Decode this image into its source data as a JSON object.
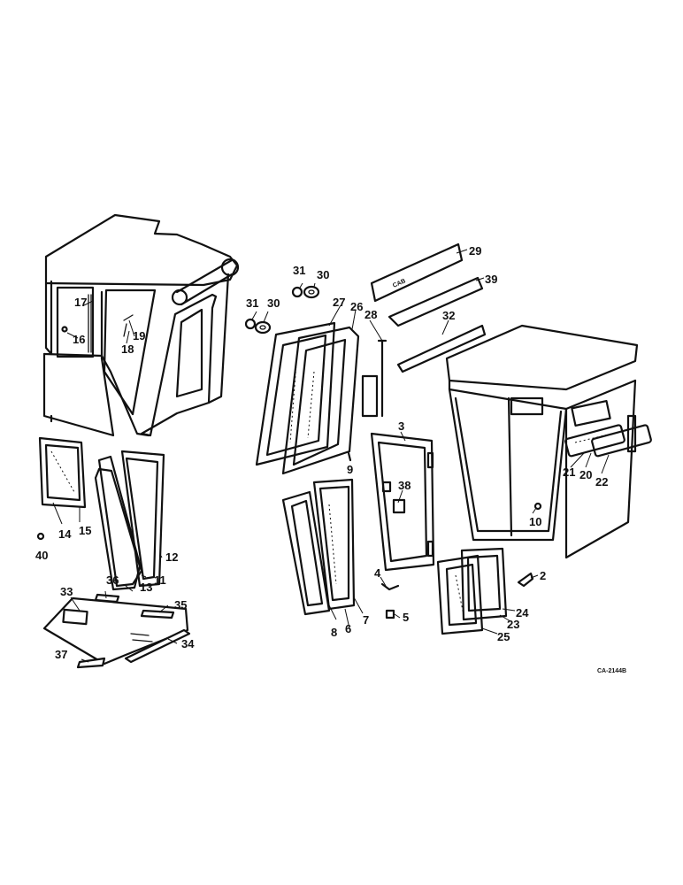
{
  "callouts": [
    "2",
    "3",
    "4",
    "5",
    "6",
    "7",
    "8",
    "9",
    "10",
    "11",
    "12",
    "13",
    "14",
    "15",
    "16",
    "17",
    "18",
    "19",
    "20",
    "21",
    "22",
    "23",
    "24",
    "25",
    "26",
    "27",
    "28",
    "29",
    "30",
    "31",
    "32",
    "33",
    "34",
    "35",
    "36",
    "37",
    "38",
    "39",
    "40"
  ],
  "reference_code": "CA-2144B",
  "sign_text": "CAB"
}
